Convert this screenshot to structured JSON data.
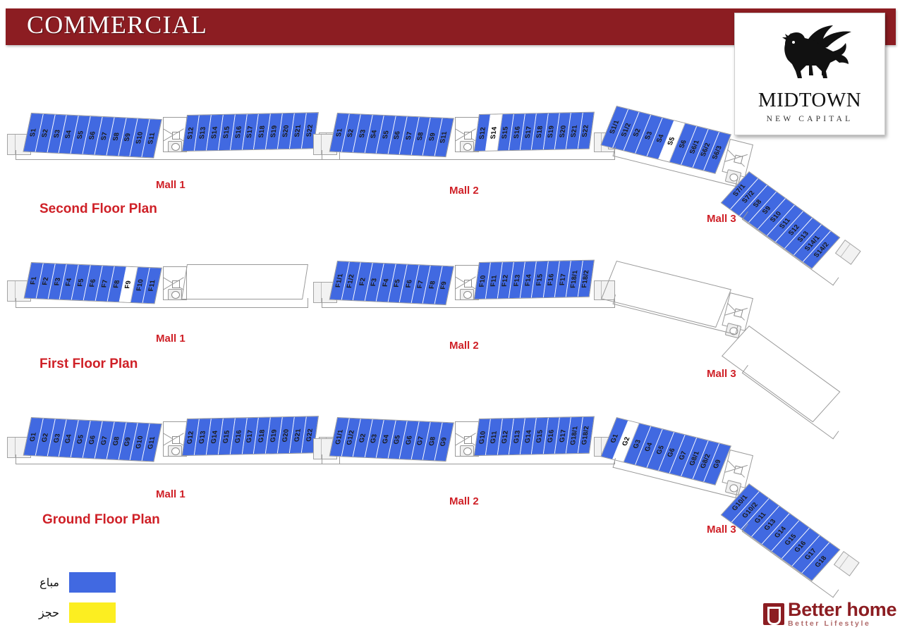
{
  "header": {
    "title": "COMMERCIAL"
  },
  "logo": {
    "name": "MIDTOWN",
    "tagline": "NEW CAPITAL",
    "icon": "winged-lion-griffin-icon"
  },
  "partner_logo": {
    "name": "Better home",
    "tagline": "Better Lifestyle",
    "icon": "better-home-mark-icon"
  },
  "legend": {
    "items": [
      {
        "label": "مباع",
        "meaning": "sold",
        "color": "#4169E1"
      },
      {
        "label": "حجز",
        "meaning": "reserved",
        "color": "#FCEE21"
      }
    ]
  },
  "colors": {
    "banner": "#8c1d22",
    "label_red": "#cf2027",
    "sold_blue": "#4169E1",
    "reserved_yellow": "#FCEE21",
    "available_white": "#ffffff"
  },
  "floors": [
    {
      "id": "second",
      "title": "Second Floor Plan",
      "malls": [
        {
          "name": "Mall 1",
          "segments": [
            {
              "units": [
                {
                  "label": "S1",
                  "state": "sold"
                },
                {
                  "label": "S2",
                  "state": "sold"
                },
                {
                  "label": "S3",
                  "state": "sold"
                },
                {
                  "label": "S4",
                  "state": "sold"
                },
                {
                  "label": "S5",
                  "state": "sold"
                },
                {
                  "label": "S6",
                  "state": "sold"
                },
                {
                  "label": "S7",
                  "state": "sold"
                },
                {
                  "label": "S8",
                  "state": "sold"
                },
                {
                  "label": "S9",
                  "state": "sold"
                },
                {
                  "label": "S10",
                  "state": "sold"
                },
                {
                  "label": "S11",
                  "state": "sold"
                }
              ]
            },
            {
              "units": [
                {
                  "label": "S12",
                  "state": "sold"
                },
                {
                  "label": "S13",
                  "state": "sold"
                },
                {
                  "label": "S14",
                  "state": "sold"
                },
                {
                  "label": "S15",
                  "state": "sold"
                },
                {
                  "label": "S16",
                  "state": "sold"
                },
                {
                  "label": "S17",
                  "state": "sold"
                },
                {
                  "label": "S18",
                  "state": "sold"
                },
                {
                  "label": "S19",
                  "state": "sold"
                },
                {
                  "label": "S20",
                  "state": "sold"
                },
                {
                  "label": "S21",
                  "state": "sold"
                },
                {
                  "label": "S22",
                  "state": "sold"
                }
              ]
            }
          ]
        },
        {
          "name": "Mall 2",
          "segments": [
            {
              "units": [
                {
                  "label": "S1",
                  "state": "sold"
                },
                {
                  "label": "S2",
                  "state": "sold"
                },
                {
                  "label": "S3",
                  "state": "sold"
                },
                {
                  "label": "S4",
                  "state": "sold"
                },
                {
                  "label": "S5",
                  "state": "sold"
                },
                {
                  "label": "S6",
                  "state": "sold"
                },
                {
                  "label": "S7",
                  "state": "sold"
                },
                {
                  "label": "S8",
                  "state": "sold"
                },
                {
                  "label": "S9",
                  "state": "sold"
                },
                {
                  "label": "S11",
                  "state": "sold"
                }
              ]
            },
            {
              "units": [
                {
                  "label": "S12",
                  "state": "sold"
                },
                {
                  "label": "S14",
                  "state": "available"
                },
                {
                  "label": "S15",
                  "state": "sold"
                },
                {
                  "label": "S16",
                  "state": "sold"
                },
                {
                  "label": "S17",
                  "state": "sold"
                },
                {
                  "label": "S18",
                  "state": "sold"
                },
                {
                  "label": "S19",
                  "state": "sold"
                },
                {
                  "label": "S20",
                  "state": "sold"
                },
                {
                  "label": "S21",
                  "state": "sold"
                },
                {
                  "label": "S22",
                  "state": "sold"
                }
              ]
            }
          ]
        },
        {
          "name": "Mall 3",
          "segments": [
            {
              "units": [
                {
                  "label": "S1/1",
                  "state": "sold"
                },
                {
                  "label": "S1/2",
                  "state": "sold"
                },
                {
                  "label": "S2",
                  "state": "sold"
                },
                {
                  "label": "S3",
                  "state": "sold"
                },
                {
                  "label": "S4",
                  "state": "sold"
                },
                {
                  "label": "S5",
                  "state": "available"
                },
                {
                  "label": "S6",
                  "state": "sold"
                },
                {
                  "label": "S6/1",
                  "state": "sold"
                },
                {
                  "label": "S6/2",
                  "state": "sold"
                },
                {
                  "label": "S6/3",
                  "state": "sold"
                }
              ]
            },
            {
              "units": [
                {
                  "label": "S7/1",
                  "state": "sold"
                },
                {
                  "label": "S7/2",
                  "state": "sold"
                },
                {
                  "label": "S8",
                  "state": "sold"
                },
                {
                  "label": "S9",
                  "state": "sold"
                },
                {
                  "label": "S10",
                  "state": "sold"
                },
                {
                  "label": "S11",
                  "state": "sold"
                },
                {
                  "label": "S12",
                  "state": "sold"
                },
                {
                  "label": "S13",
                  "state": "sold"
                },
                {
                  "label": "S14/1",
                  "state": "sold"
                },
                {
                  "label": "S14/2",
                  "state": "sold"
                }
              ]
            }
          ]
        }
      ]
    },
    {
      "id": "first",
      "title": "First Floor Plan",
      "malls": [
        {
          "name": "Mall 1",
          "segments": [
            {
              "units": [
                {
                  "label": "F1",
                  "state": "sold"
                },
                {
                  "label": "F2",
                  "state": "sold"
                },
                {
                  "label": "F3",
                  "state": "sold"
                },
                {
                  "label": "F4",
                  "state": "sold"
                },
                {
                  "label": "F5",
                  "state": "sold"
                },
                {
                  "label": "F6",
                  "state": "sold"
                },
                {
                  "label": "F7",
                  "state": "sold"
                },
                {
                  "label": "F8",
                  "state": "sold"
                },
                {
                  "label": "F9",
                  "state": "available"
                },
                {
                  "label": "F10",
                  "state": "sold"
                },
                {
                  "label": "F11",
                  "state": "sold"
                }
              ]
            },
            {
              "units": []
            }
          ]
        },
        {
          "name": "Mall 2",
          "segments": [
            {
              "units": [
                {
                  "label": "F1/1",
                  "state": "sold"
                },
                {
                  "label": "F1/2",
                  "state": "sold"
                },
                {
                  "label": "F2",
                  "state": "sold"
                },
                {
                  "label": "F3",
                  "state": "sold"
                },
                {
                  "label": "F4",
                  "state": "sold"
                },
                {
                  "label": "F5",
                  "state": "sold"
                },
                {
                  "label": "F6",
                  "state": "sold"
                },
                {
                  "label": "F7",
                  "state": "sold"
                },
                {
                  "label": "F8",
                  "state": "sold"
                },
                {
                  "label": "F9",
                  "state": "sold"
                }
              ]
            },
            {
              "units": [
                {
                  "label": "F10",
                  "state": "sold"
                },
                {
                  "label": "F11",
                  "state": "sold"
                },
                {
                  "label": "F12",
                  "state": "sold"
                },
                {
                  "label": "F13",
                  "state": "sold"
                },
                {
                  "label": "F14",
                  "state": "sold"
                },
                {
                  "label": "F15",
                  "state": "sold"
                },
                {
                  "label": "F16",
                  "state": "sold"
                },
                {
                  "label": "F17",
                  "state": "sold"
                },
                {
                  "label": "F18/1",
                  "state": "sold"
                },
                {
                  "label": "F18/2",
                  "state": "sold"
                }
              ]
            }
          ]
        },
        {
          "name": "Mall 3",
          "segments": [
            {
              "units": []
            },
            {
              "units": []
            }
          ]
        }
      ]
    },
    {
      "id": "ground",
      "title": "Ground  Floor Plan",
      "malls": [
        {
          "name": "Mall 1",
          "segments": [
            {
              "units": [
                {
                  "label": "G1",
                  "state": "sold"
                },
                {
                  "label": "G2",
                  "state": "sold"
                },
                {
                  "label": "G3",
                  "state": "sold"
                },
                {
                  "label": "G4",
                  "state": "sold"
                },
                {
                  "label": "G5",
                  "state": "sold"
                },
                {
                  "label": "G6",
                  "state": "sold"
                },
                {
                  "label": "G7",
                  "state": "sold"
                },
                {
                  "label": "G8",
                  "state": "sold"
                },
                {
                  "label": "G9",
                  "state": "sold"
                },
                {
                  "label": "G10",
                  "state": "sold"
                },
                {
                  "label": "G11",
                  "state": "sold"
                }
              ]
            },
            {
              "units": [
                {
                  "label": "G12",
                  "state": "sold"
                },
                {
                  "label": "G13",
                  "state": "sold"
                },
                {
                  "label": "G14",
                  "state": "sold"
                },
                {
                  "label": "G15",
                  "state": "sold"
                },
                {
                  "label": "G16",
                  "state": "sold"
                },
                {
                  "label": "G17",
                  "state": "sold"
                },
                {
                  "label": "G18",
                  "state": "sold"
                },
                {
                  "label": "G19",
                  "state": "sold"
                },
                {
                  "label": "G20",
                  "state": "sold"
                },
                {
                  "label": "G21",
                  "state": "sold"
                },
                {
                  "label": "G22",
                  "state": "sold"
                }
              ]
            }
          ]
        },
        {
          "name": "Mall 2",
          "segments": [
            {
              "units": [
                {
                  "label": "G1/1",
                  "state": "sold"
                },
                {
                  "label": "G1/2",
                  "state": "sold"
                },
                {
                  "label": "G2",
                  "state": "sold"
                },
                {
                  "label": "G3",
                  "state": "sold"
                },
                {
                  "label": "G4",
                  "state": "sold"
                },
                {
                  "label": "G5",
                  "state": "sold"
                },
                {
                  "label": "G6",
                  "state": "sold"
                },
                {
                  "label": "G7",
                  "state": "sold"
                },
                {
                  "label": "G8",
                  "state": "sold"
                },
                {
                  "label": "G9",
                  "state": "sold"
                }
              ]
            },
            {
              "units": [
                {
                  "label": "G10",
                  "state": "sold"
                },
                {
                  "label": "G11",
                  "state": "sold"
                },
                {
                  "label": "G12",
                  "state": "sold"
                },
                {
                  "label": "G13",
                  "state": "sold"
                },
                {
                  "label": "G14",
                  "state": "sold"
                },
                {
                  "label": "G15",
                  "state": "sold"
                },
                {
                  "label": "G16",
                  "state": "sold"
                },
                {
                  "label": "G17",
                  "state": "sold"
                },
                {
                  "label": "G18/1",
                  "state": "sold"
                },
                {
                  "label": "G18/2",
                  "state": "sold"
                }
              ]
            }
          ]
        },
        {
          "name": "Mall 3",
          "segments": [
            {
              "units": [
                {
                  "label": "G1",
                  "state": "sold"
                },
                {
                  "label": "G2",
                  "state": "available"
                },
                {
                  "label": "G3",
                  "state": "sold"
                },
                {
                  "label": "G4",
                  "state": "sold"
                },
                {
                  "label": "G5",
                  "state": "sold"
                },
                {
                  "label": "G6",
                  "state": "sold"
                },
                {
                  "label": "G7",
                  "state": "sold"
                },
                {
                  "label": "G8/1",
                  "state": "sold"
                },
                {
                  "label": "G8/2",
                  "state": "sold"
                },
                {
                  "label": "G9",
                  "state": "sold"
                }
              ]
            },
            {
              "units": [
                {
                  "label": "G10/1",
                  "state": "sold"
                },
                {
                  "label": "G10/2",
                  "state": "sold"
                },
                {
                  "label": "G11",
                  "state": "sold"
                },
                {
                  "label": "G13",
                  "state": "sold"
                },
                {
                  "label": "G14",
                  "state": "sold"
                },
                {
                  "label": "G15",
                  "state": "sold"
                },
                {
                  "label": "G16",
                  "state": "sold"
                },
                {
                  "label": "G17",
                  "state": "sold"
                },
                {
                  "label": "G18",
                  "state": "sold"
                }
              ]
            }
          ]
        }
      ]
    }
  ]
}
